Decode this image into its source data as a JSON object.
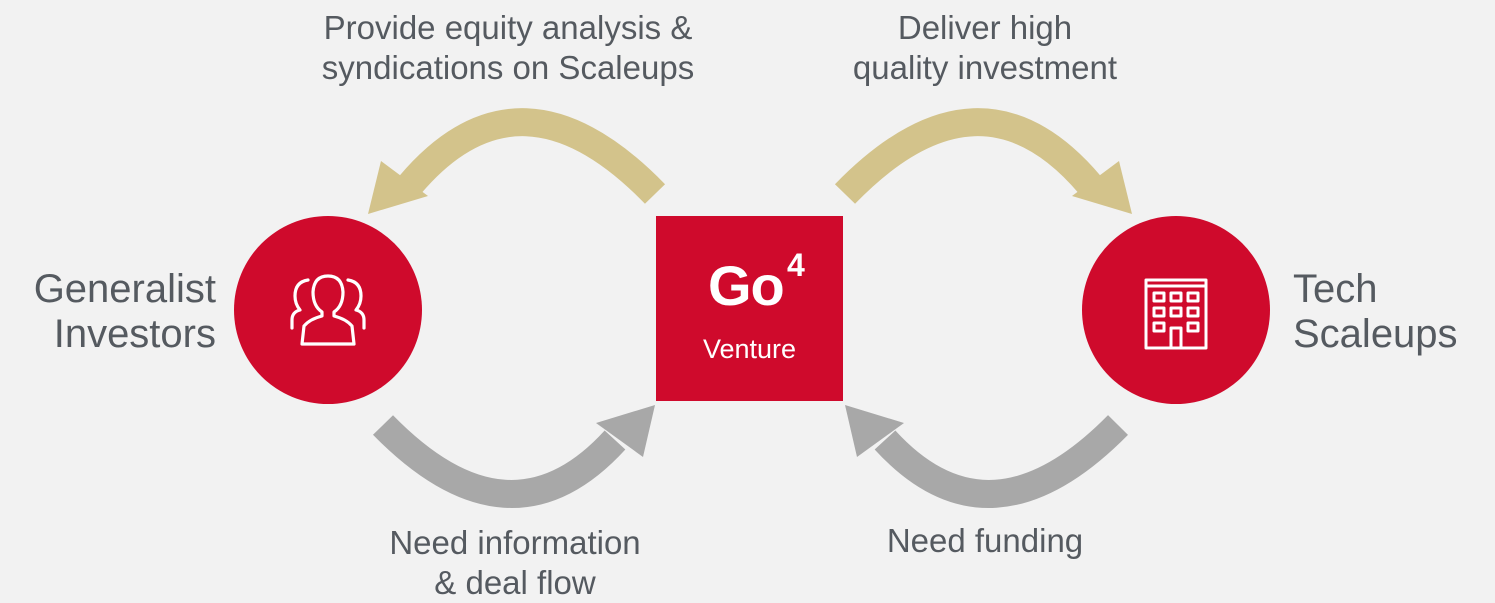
{
  "top_left_label": [
    "Provide equity analysis &",
    "syndications on Scaleups"
  ],
  "top_right_label": [
    "Deliver high",
    "quality investment"
  ],
  "bottom_left_label": [
    "Need information",
    "& deal flow"
  ],
  "bottom_right_label": [
    "Need funding"
  ],
  "left_node": {
    "label": [
      "Generalist",
      "Investors"
    ],
    "icon": "people-group-icon"
  },
  "right_node": {
    "label": [
      "Tech",
      "Scaleups"
    ],
    "icon": "office-building-icon"
  },
  "center_node": {
    "brand_main": "Go",
    "brand_sup": "4",
    "brand_sub": "Venture"
  },
  "colors": {
    "background": "#f2f2f2",
    "accent_red": "#cf0a2c",
    "gold_arrow": "#d3c38b",
    "gray_arrow": "#a8a8a8",
    "text": "#555a60"
  }
}
